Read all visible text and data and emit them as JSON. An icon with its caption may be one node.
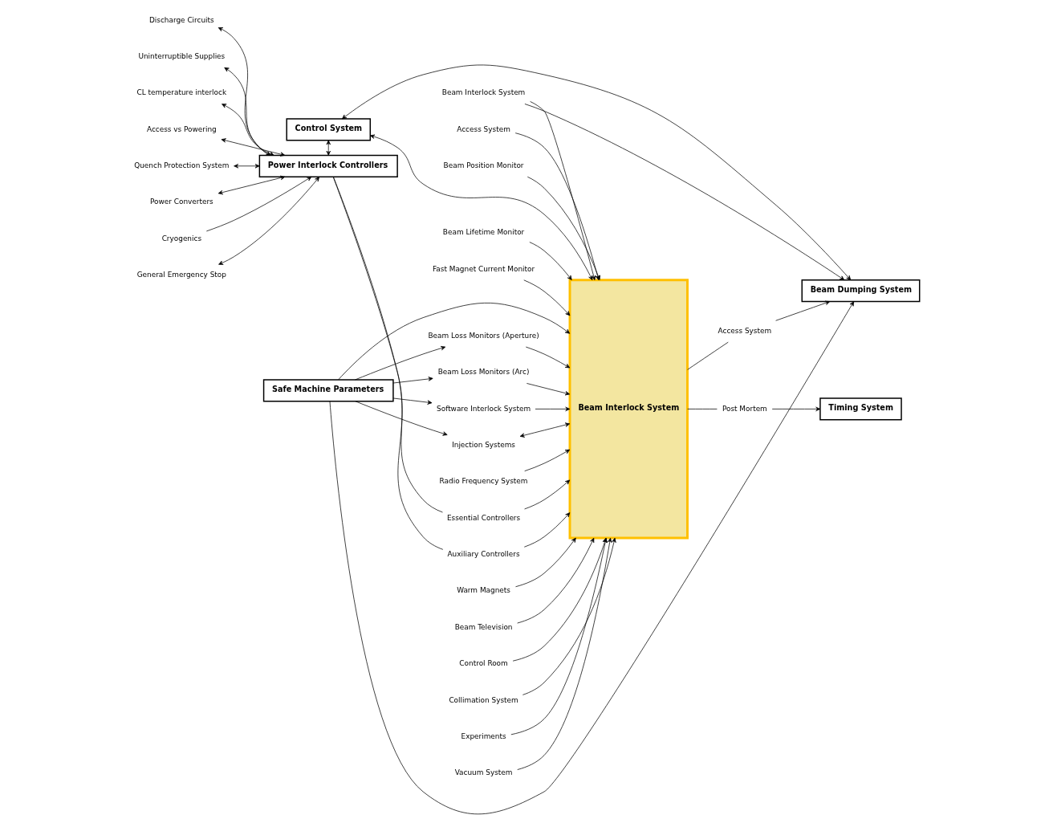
{
  "diagram": {
    "nodes": [
      {
        "text": [
          "Control System"
        ]
      },
      {
        "text": [
          "Power Interlock Controllers"
        ]
      },
      {
        "text": [
          "Beam Interlock System"
        ]
      },
      {
        "text": [
          "Beam Dumping System"
        ]
      },
      {
        "text": [
          "Timing System"
        ]
      },
      {
        "text": [
          "Safe Machine Parameters"
        ]
      },
      {
        "text": [
          "Discharge Circuits"
        ]
      },
      {
        "text": [
          "Quench Protection System"
        ]
      },
      {
        "text": [
          "Power Converters"
        ]
      },
      {
        "text": [
          "Cryogenics"
        ]
      },
      {
        "text": [
          "General Emergency Stop"
        ]
      },
      {
        "text": [
          "Uninterruptible Supplies"
        ]
      },
      {
        "text": [
          "CL temperature interlock"
        ]
      },
      {
        "text": [
          "Access vs Powering"
        ]
      },
      {
        "text": [
          "Radio Frequency System"
        ]
      },
      {
        "text": [
          "Essential Controllers"
        ]
      },
      {
        "text": [
          "Auxiliary Controllers"
        ]
      },
      {
        "text": [
          "Warm Magnets"
        ]
      },
      {
        "text": [
          "Beam Television"
        ]
      },
      {
        "text": [
          "Control Room"
        ]
      },
      {
        "text": [
          "Collimation System"
        ]
      },
      {
        "text": [
          "Experiments"
        ]
      },
      {
        "text": [
          "Vacuum System"
        ]
      },
      {
        "text": [
          "Access System"
        ]
      },
      {
        "text": [
          "Beam Position Monitor"
        ]
      },
      {
        "text": [
          "Beam Lifetime Monitor"
        ]
      },
      {
        "text": [
          "Fast Magnet Current Monitor"
        ]
      },
      {
        "text": [
          "Beam Loss Monitors (Aperture)"
        ]
      },
      {
        "text": [
          "Beam Loss Monitors (Arc)"
        ]
      },
      {
        "text": [
          "Software Interlock System"
        ]
      },
      {
        "text": [
          "Injection Systems"
        ]
      },
      {
        "text": [
          "Beam Interlock System"
        ]
      },
      {
        "text": [
          "Access System"
        ]
      },
      {
        "text": [
          "Post Mortem"
        ]
      }
    ],
    "edges": [
      {
        "from": 0,
        "to": 1,
        "arrow": "both"
      },
      {
        "from": 0,
        "to": 2,
        "arrow": "both"
      },
      {
        "from": 0,
        "to": 3,
        "arrow": "both"
      },
      {
        "from": 1,
        "to": 6,
        "arrow": "to"
      },
      {
        "from": 7,
        "to": 1,
        "arrow": "both"
      },
      {
        "from": 8,
        "to": 1,
        "arrow": "both"
      },
      {
        "from": 9,
        "to": 1,
        "arrow": "to"
      },
      {
        "from": 10,
        "to": 1,
        "arrow": "both"
      },
      {
        "from": 11,
        "to": 1,
        "arrow": "both"
      },
      {
        "from": 12,
        "to": 1,
        "arrow": "both"
      },
      {
        "from": 13,
        "to": 1,
        "arrow": "both"
      },
      {
        "from": 1,
        "to": 15,
        "arrow": "none"
      },
      {
        "from": 1,
        "to": 16,
        "arrow": "none"
      },
      {
        "from": 14,
        "to": 2,
        "arrow": "to"
      },
      {
        "from": 15,
        "to": 2,
        "arrow": "to"
      },
      {
        "from": 16,
        "to": 2,
        "arrow": "to"
      },
      {
        "from": 17,
        "to": 2,
        "arrow": "to"
      },
      {
        "from": 18,
        "to": 2,
        "arrow": "to"
      },
      {
        "from": 19,
        "to": 2,
        "arrow": "to"
      },
      {
        "from": 20,
        "to": 2,
        "arrow": "to"
      },
      {
        "from": 21,
        "to": 2,
        "arrow": "to"
      },
      {
        "from": 22,
        "to": 2,
        "arrow": "to"
      },
      {
        "from": 23,
        "to": 2,
        "arrow": "to"
      },
      {
        "from": 24,
        "to": 2,
        "arrow": "to"
      },
      {
        "from": 25,
        "to": 2,
        "arrow": "to"
      },
      {
        "from": 26,
        "to": 2,
        "arrow": "to"
      },
      {
        "from": 27,
        "to": 2,
        "arrow": "to"
      },
      {
        "from": 28,
        "to": 2,
        "arrow": "to"
      },
      {
        "from": 29,
        "to": 2,
        "arrow": "to"
      },
      {
        "from": 30,
        "to": 2,
        "arrow": "both"
      },
      {
        "from": 31,
        "to": 2,
        "arrow": "to"
      },
      {
        "from": 31,
        "to": 3,
        "arrow": "to"
      },
      {
        "from": 2,
        "to": 32,
        "arrow": "none"
      },
      {
        "from": 32,
        "to": 3,
        "arrow": "to"
      },
      {
        "from": 2,
        "to": 33,
        "arrow": "none"
      },
      {
        "from": 33,
        "to": 4,
        "arrow": "to"
      },
      {
        "from": 5,
        "to": 2,
        "arrow": "to"
      },
      {
        "from": 5,
        "to": 3,
        "arrow": "to"
      },
      {
        "from": 5,
        "to": 30,
        "arrow": "to"
      },
      {
        "from": 5,
        "to": 29,
        "arrow": "to"
      },
      {
        "from": 5,
        "to": 27,
        "arrow": "to"
      },
      {
        "from": 5,
        "to": 28,
        "arrow": "to"
      }
    ]
  }
}
